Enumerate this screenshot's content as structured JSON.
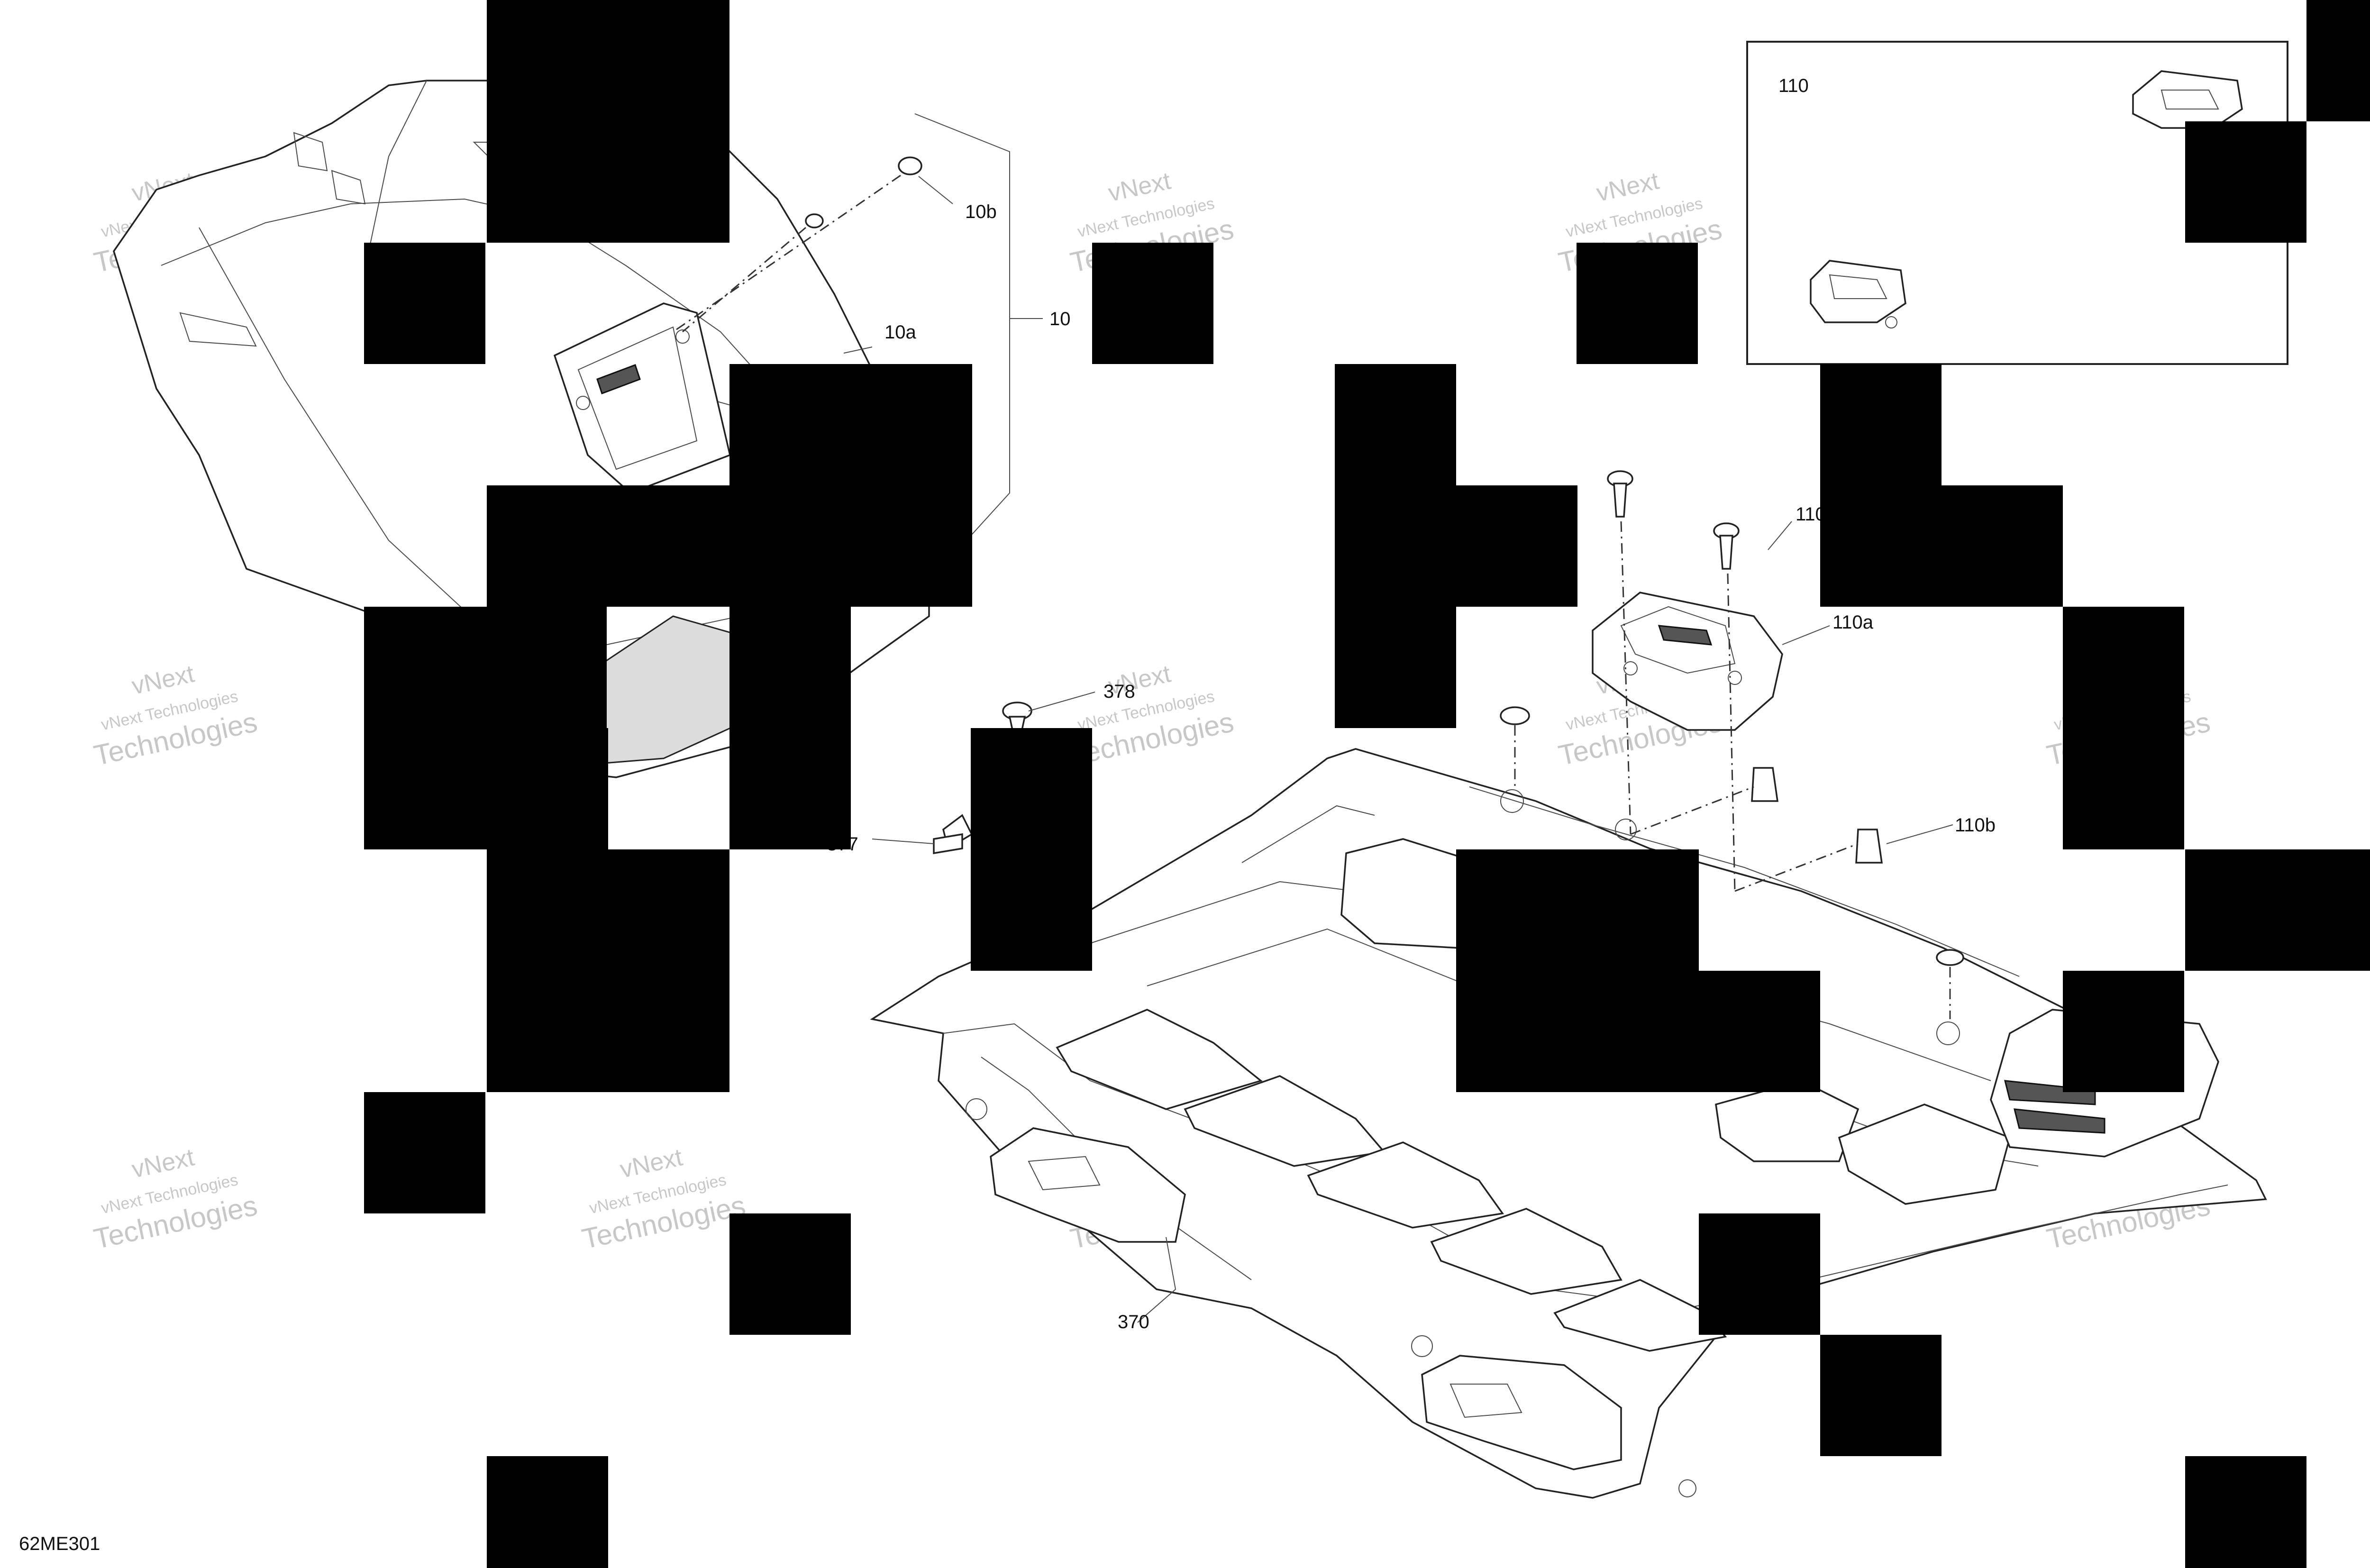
{
  "diagram_id": "62ME301",
  "callouts": {
    "c10": "10",
    "c10a": "10a",
    "c10b": "10b",
    "c110_box": "110",
    "c110": "110",
    "c110a": "110a",
    "c110b": "110b",
    "c370": "370",
    "c377": "377",
    "c378": "378"
  },
  "watermark": {
    "line1": "vNext Technologies",
    "line2": "vNext",
    "line3": "Technologies"
  }
}
